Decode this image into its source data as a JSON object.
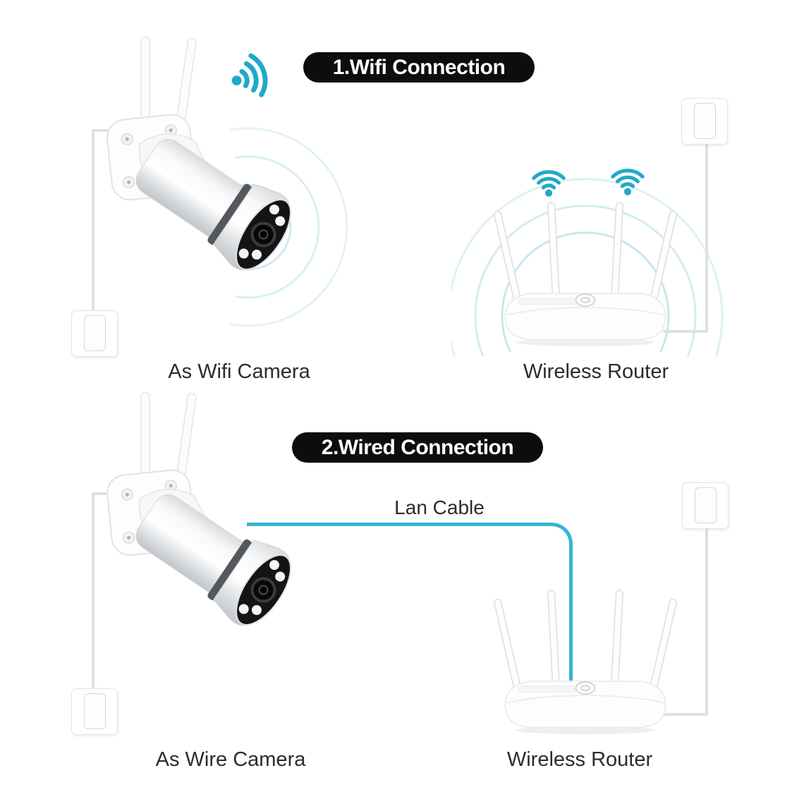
{
  "section1": {
    "banner_label": "1.Wifi Connection",
    "camera_label": "As Wifi Camera",
    "router_label": "Wireless Router"
  },
  "section2": {
    "banner_label": "2.Wired Connection",
    "lan_cable_label": "Lan Cable",
    "camera_label": "As Wire Camera",
    "router_label": "Wireless Router"
  },
  "icons": {
    "camera_wifi_icon": "wifi-signal-icon",
    "router_wifi_icon_left": "wifi-signal-icon",
    "router_wifi_icon_right": "wifi-signal-icon"
  },
  "colors": {
    "wifi_icon": "#21a8c9",
    "lan_cable": "#35b4d4",
    "signal_arcs": "#cdeaf0",
    "banner_bg": "#0d0d0d",
    "banner_text": "#ffffff",
    "label_text": "#2c2c2c"
  }
}
